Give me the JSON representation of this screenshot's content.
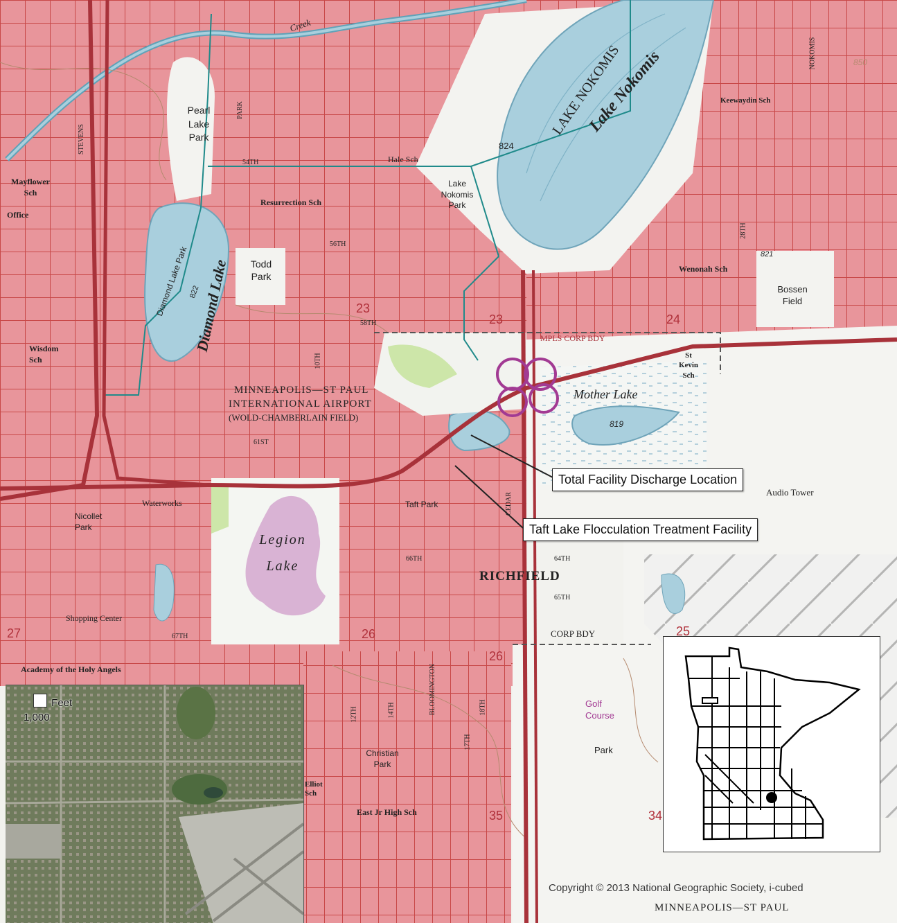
{
  "callouts": {
    "discharge": "Total Facility Discharge Location",
    "facility": "Taft Lake Flocculation Treatment Facility"
  },
  "map_labels": {
    "lake_nokomis_upper": "LAKE NOKOMIS",
    "lake_nokomis_italic": "Lake Nokomis",
    "diamond_lake": "Diamond Lake",
    "diamond_lake_park": "Diamond Lake Park",
    "pearl_lake_park": "Pearl Lake Park",
    "todd_park": "Todd Park",
    "lake_nokomis_park": "Lake Nokomis Park",
    "mother_lake": "Mother Lake",
    "legion_lake": "Legion Lake",
    "airport_line1": "MINNEAPOLIS—ST PAUL",
    "airport_line2": "INTERNATIONAL AIRPORT",
    "airport_line3": "(WOLD-CHAMBERLAIN FIELD)",
    "richfield": "RICHFIELD",
    "bossen_field": "Bossen Field",
    "nicollet_park": "Nicollet Park",
    "christian_park": "Christian Park",
    "taft_park": "Taft Park",
    "waterworks": "Waterworks",
    "shopping_center": "Shopping Center",
    "academy": "Academy of the Holy Angels",
    "hale_sch": "Hale Sch",
    "resurrection_sch": "Resurrection Sch",
    "keewaydin_sch": "Keewaydin Sch",
    "wenonah_sch": "Wenonah Sch",
    "st_kevin_sch": "St Kevin Sch",
    "wisdom_sch": "Wisdom Sch",
    "mayflower_sch": "Mayflower Sch",
    "audio_tower": "Audio Tower",
    "golf_course": "Golf Course",
    "park": "Park",
    "east_jr_high_sch": "East Jr High Sch",
    "elliot_sch": "Elliot Sch",
    "office": "Office",
    "airport_bottom": "MINNEAPOLIS—ST PAUL",
    "corp_bdy": "CORP BDY",
    "mpls_corp_bdy": "MPLS CORP BDY",
    "elev_824": "824",
    "elev_822": "822",
    "elev_821": "821",
    "elev_819": "819",
    "elev_850": "850",
    "sec_23a": "23",
    "sec_23b": "23",
    "sec_24": "24",
    "sec_26a": "26",
    "sec_26b": "26",
    "sec_27": "27",
    "sec_25": "25",
    "sec_35": "35",
    "sec_34": "34",
    "st_58th": "58TH",
    "st_56th": "56TH",
    "st_54th": "54TH",
    "st_61st": "61ST",
    "st_64th": "64TH",
    "st_65th": "65TH",
    "st_66th": "66TH",
    "st_67th": "67TH",
    "ave_10th": "10TH",
    "ave_12th": "12TH",
    "ave_14th": "14TH",
    "ave_17th": "17TH",
    "ave_18th": "18TH",
    "bloomington": "BLOOMINGTON",
    "cedar": "CEDAR",
    "park_ave": "PARK",
    "stevens": "STEVENS",
    "nokomis_ave": "NOKOMIS",
    "ave_28th": "28TH",
    "creek": "Creek"
  },
  "scale": {
    "unit": "Feet",
    "value": "1,000"
  },
  "copyright": "Copyright © 2013 National Geographic Society, i-cubed",
  "colors": {
    "urban": "#e8959b",
    "street": "#c63a3a",
    "water": "#a9cfdd",
    "green": "#cde6a9",
    "highway": "#a8323a",
    "contour": "#b58a6f",
    "aerial": "#6d7a5a"
  },
  "inset": {
    "description_icon": "minnesota-locator-map"
  }
}
